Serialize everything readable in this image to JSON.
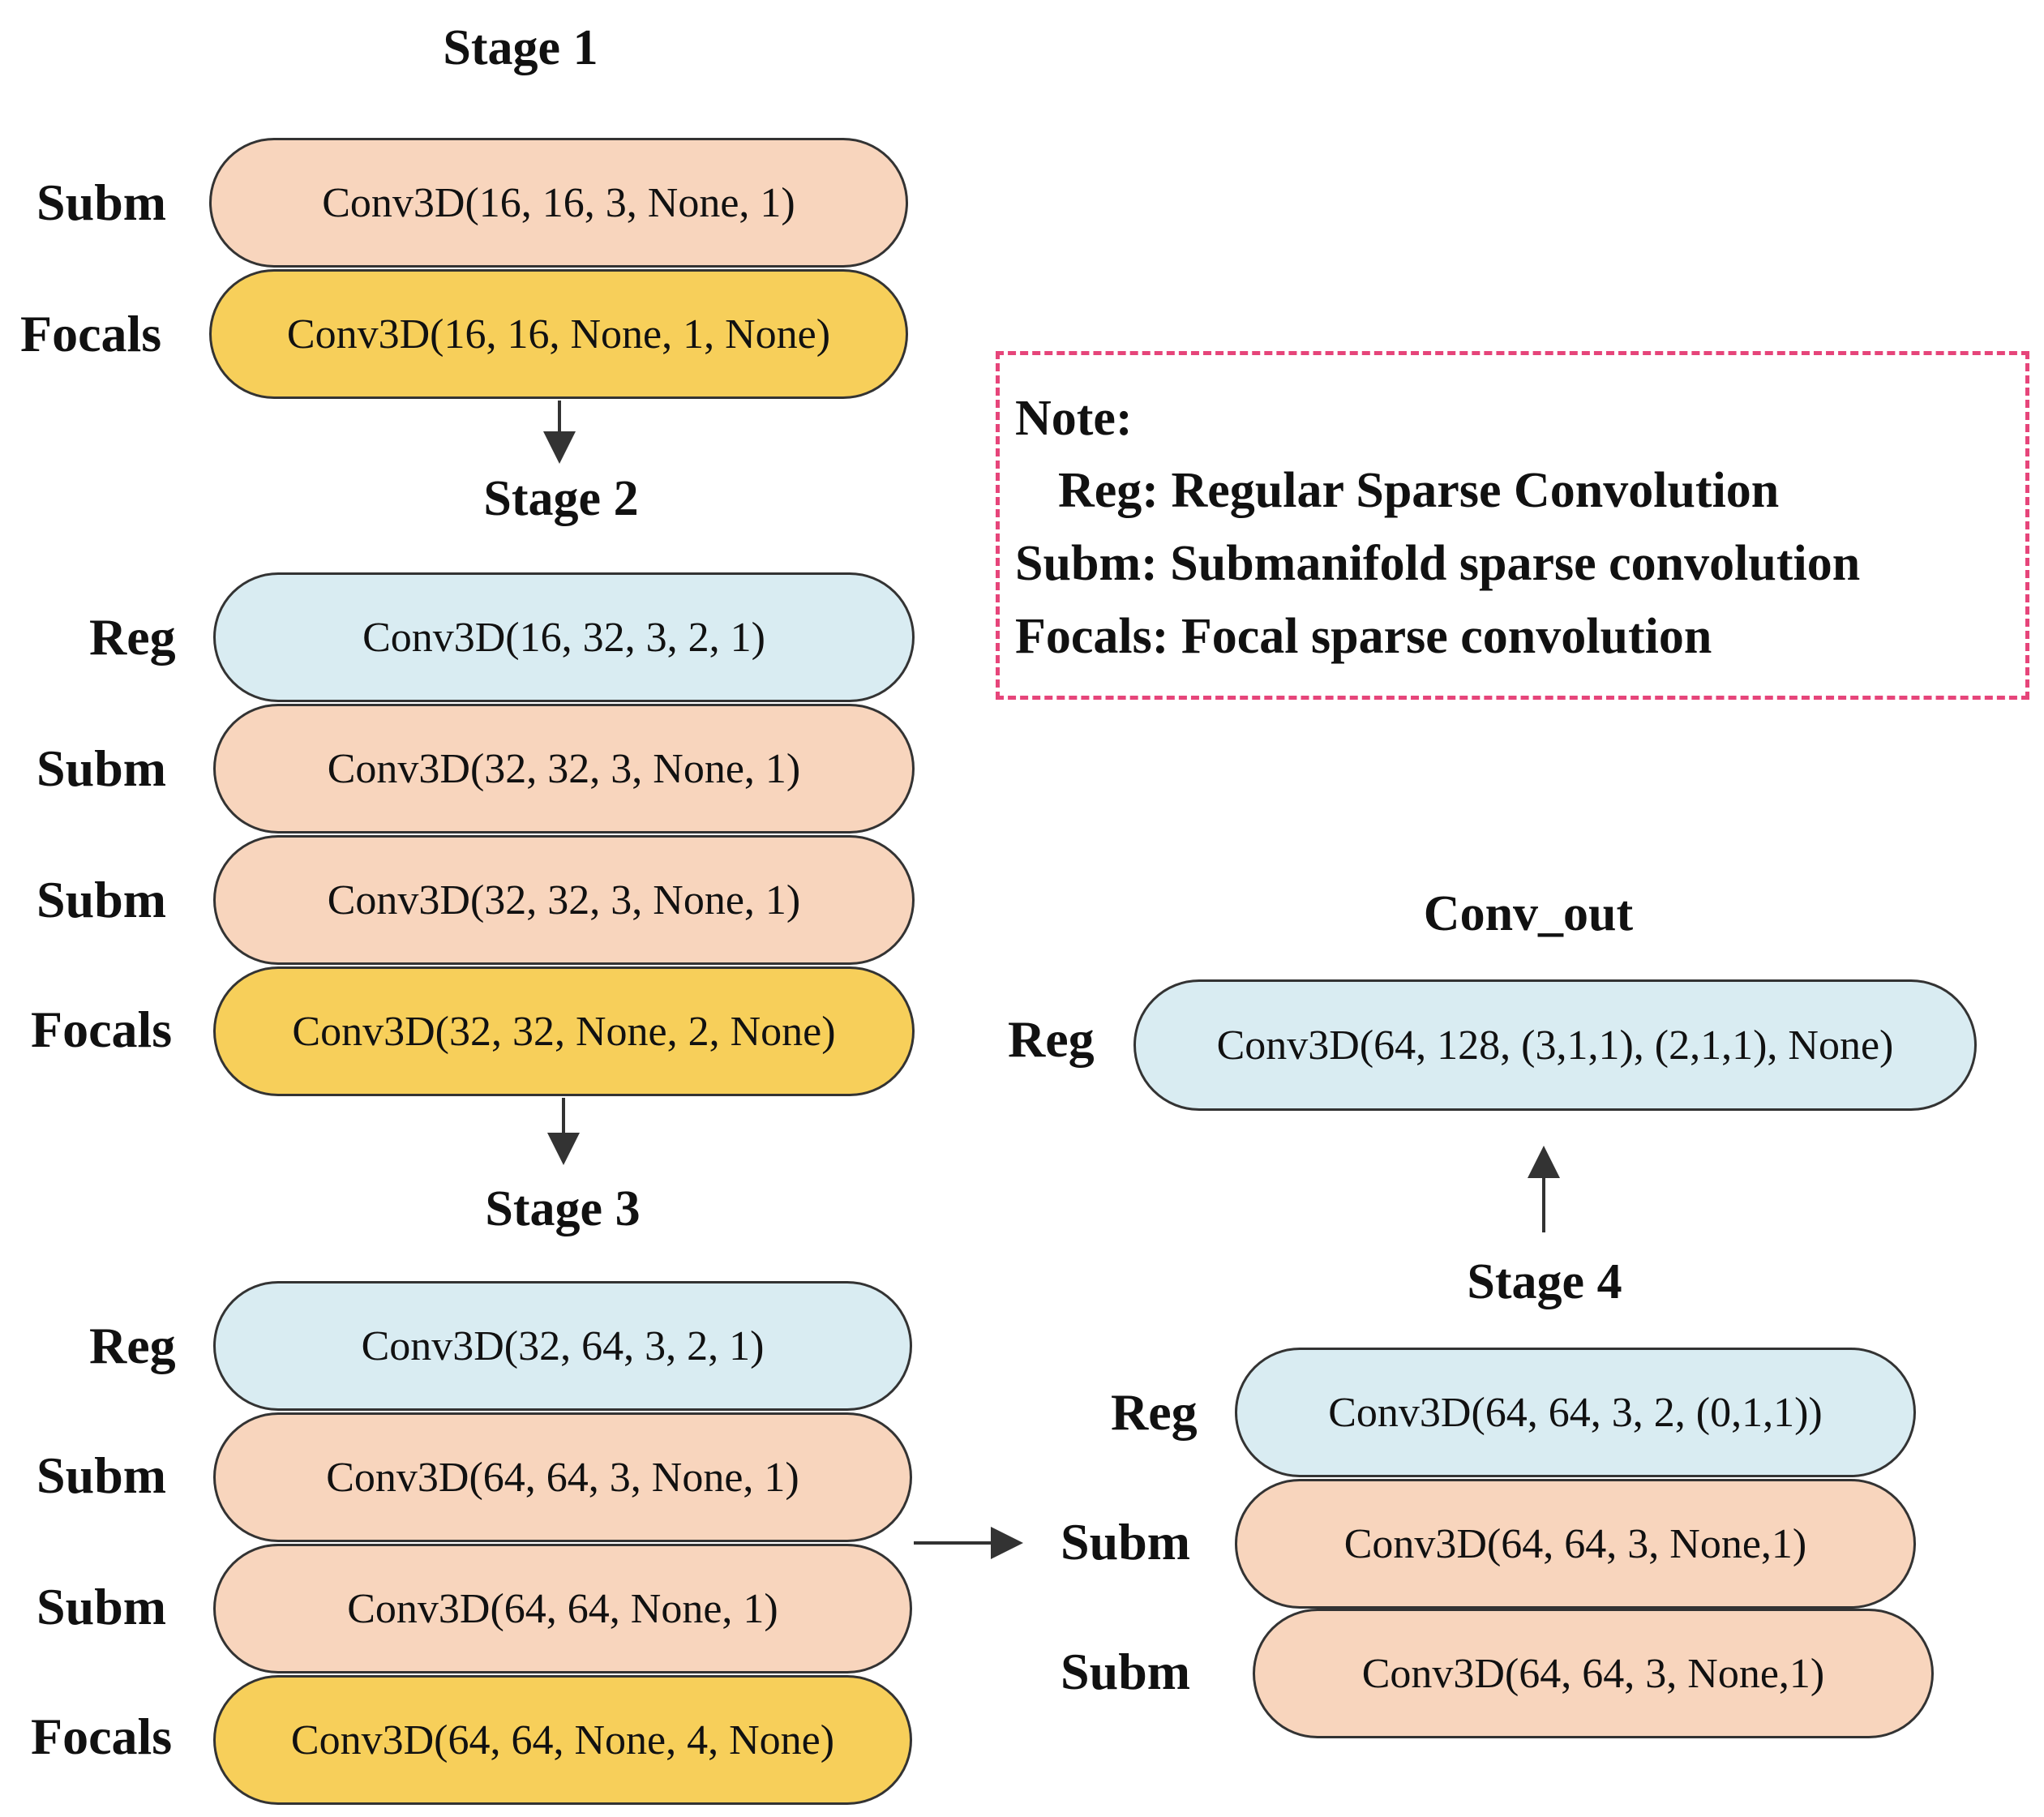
{
  "stages": {
    "stage1": {
      "title": "Stage 1",
      "rows": [
        {
          "label": "Subm",
          "text": "Conv3D(16, 16, 3, None, 1)"
        },
        {
          "label": "Focals",
          "text": "Conv3D(16, 16, None, 1, None)"
        }
      ]
    },
    "stage2": {
      "title": "Stage 2",
      "rows": [
        {
          "label": "Reg",
          "text": "Conv3D(16, 32, 3, 2, 1)"
        },
        {
          "label": "Subm",
          "text": "Conv3D(32, 32, 3, None, 1)"
        },
        {
          "label": "Subm",
          "text": "Conv3D(32, 32, 3, None, 1)"
        },
        {
          "label": "Focals",
          "text": "Conv3D(32, 32, None, 2, None)"
        }
      ]
    },
    "stage3": {
      "title": "Stage 3",
      "rows": [
        {
          "label": "Reg",
          "text": "Conv3D(32, 64, 3, 2, 1)"
        },
        {
          "label": "Subm",
          "text": "Conv3D(64, 64, 3, None, 1)"
        },
        {
          "label": "Subm",
          "text": "Conv3D(64, 64, None, 1)"
        },
        {
          "label": "Focals",
          "text": "Conv3D(64, 64, None, 4, None)"
        }
      ]
    },
    "stage4": {
      "title": "Stage 4",
      "rows": [
        {
          "label": "Reg",
          "text": "Conv3D(64, 64, 3, 2, (0,1,1))"
        },
        {
          "label": "Subm",
          "text": "Conv3D(64, 64, 3, None,1)"
        },
        {
          "label": "Subm",
          "text": "Conv3D(64, 64, 3, None,1)"
        }
      ]
    },
    "conv_out": {
      "title": "Conv_out",
      "rows": [
        {
          "label": "Reg",
          "text": "Conv3D(64, 128, (3,1,1), (2,1,1), None)"
        }
      ]
    }
  },
  "note": {
    "heading": "Note:",
    "lines": [
      "Reg: Regular Sparse Convolution",
      "Subm: Submanifold sparse convolution",
      "Focals: Focal sparse convolution"
    ]
  },
  "colors": {
    "reg": "#d9ecf2",
    "subm": "#f8d5bd",
    "focals": "#f7cf5a",
    "note_border": "#e6457a",
    "arrow": "#333333"
  }
}
